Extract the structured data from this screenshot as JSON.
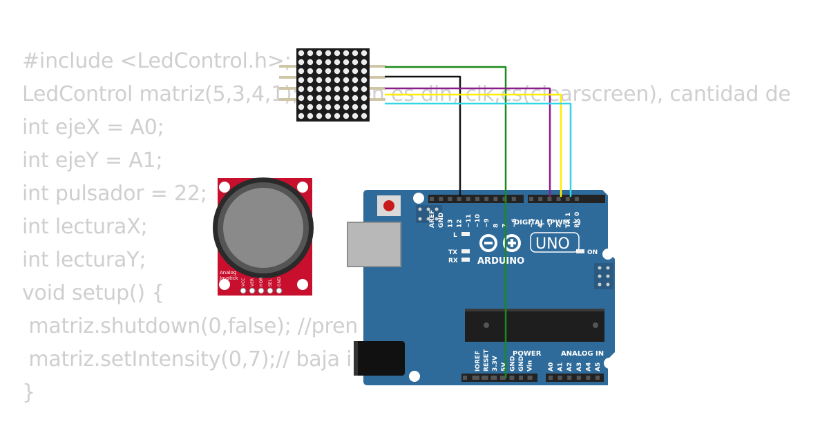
{
  "code_lines": [
    "#include <LedControl.h>;",
    "LedControl matriz(5,3,4,1); // orden es din, clk,cs(clearscreen), cantidad de",
    "int ejeX = A0;",
    "int ejeY = A1;",
    "int pulsador = 22;",
    "int lecturaX;",
    "int lecturaY;",
    "void setup() {",
    " matriz.shutdown(0,false); //pren",
    " matriz.setIntensity(0,7);// baja in",
    "}"
  ],
  "joystick": {
    "label_line1": "Analog",
    "label_line2": "Joystick",
    "pins": [
      "VCC",
      "VER",
      "HOR",
      "SEL",
      "GND"
    ],
    "color": "#c8102e"
  },
  "arduino": {
    "board_color": "#2f6b9a",
    "brand": "ARDUINO",
    "model": "UNO",
    "digital_header_label": "DIGITAL (PWM ~)",
    "digital_pins": [
      "AREF",
      "GND",
      "13",
      "12",
      "~11",
      "~10",
      "~9",
      "8",
      "7",
      "~6",
      "~5",
      "4",
      "~3",
      "2",
      "TX 1",
      "RX 0"
    ],
    "led_labels": [
      "L",
      "TX",
      "RX"
    ],
    "on_label": "ON",
    "power_header_label": "POWER",
    "power_pins": [
      "IOREF",
      "RESET",
      "3.3V",
      "5V",
      "GND",
      "GND",
      "Vin"
    ],
    "analog_header_label": "ANALOG IN",
    "analog_pins": [
      "A0",
      "A1",
      "A2",
      "A3",
      "A4",
      "A5"
    ]
  },
  "wire_colors": {
    "green": "#1a8a1a",
    "black": "#111111",
    "purple": "#8b1a8b",
    "yellow": "#ffee00",
    "cyan": "#33d6e6"
  }
}
